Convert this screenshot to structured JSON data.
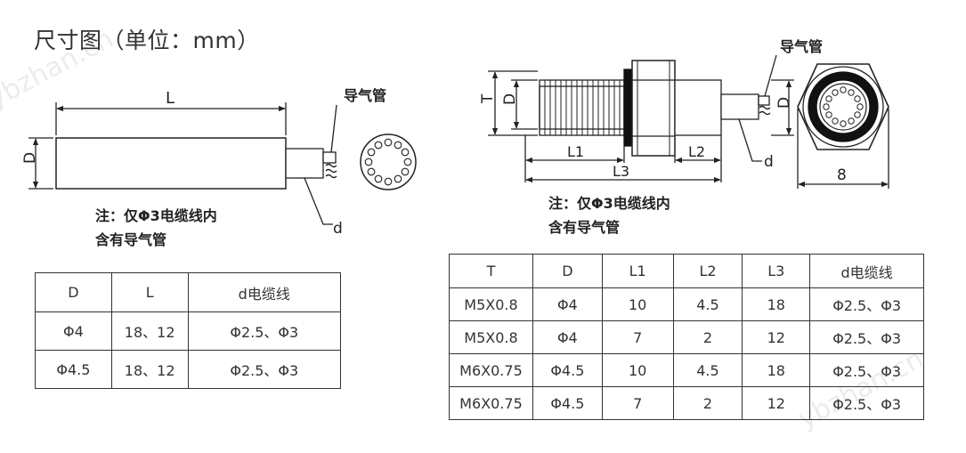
{
  "title": "尺寸图（单位：mm）",
  "watermark": "ybzhan.cn",
  "left_diagram": {
    "label_L": "L",
    "label_D": "D",
    "label_d": "d",
    "label_tube": "导气管",
    "note_line1": "注：仅Φ3电缆线内",
    "note_line2": "含有导气管"
  },
  "right_diagram": {
    "label_T": "T",
    "label_D": "D",
    "label_D2": "D",
    "label_L1": "L1",
    "label_L2": "L2",
    "label_L3": "L3",
    "label_d": "d",
    "label_8": "8",
    "label_tube": "导气管",
    "note_line1": "注：仅Φ3电缆线内",
    "note_line2": "含有导气管"
  },
  "table_left": {
    "headers": [
      "D",
      "L",
      "d电缆线"
    ],
    "rows": [
      [
        "Φ4",
        "18、12",
        "Φ2.5、Φ3"
      ],
      [
        "Φ4.5",
        "18、12",
        "Φ2.5、Φ3"
      ]
    ]
  },
  "table_right": {
    "headers": [
      "T",
      "D",
      "L1",
      "L2",
      "L3",
      "d电缆线"
    ],
    "rows": [
      [
        "M5X0.8",
        "Φ4",
        "10",
        "4.5",
        "18",
        "Φ2.5、Φ3"
      ],
      [
        "M5X0.8",
        "Φ4",
        "7",
        "2",
        "12",
        "Φ2.5、Φ3"
      ],
      [
        "M6X0.75",
        "Φ4.5",
        "10",
        "4.5",
        "18",
        "Φ2.5、Φ3"
      ],
      [
        "M6X0.75",
        "Φ4.5",
        "7",
        "2",
        "12",
        "Φ2.5、Φ3"
      ]
    ]
  }
}
